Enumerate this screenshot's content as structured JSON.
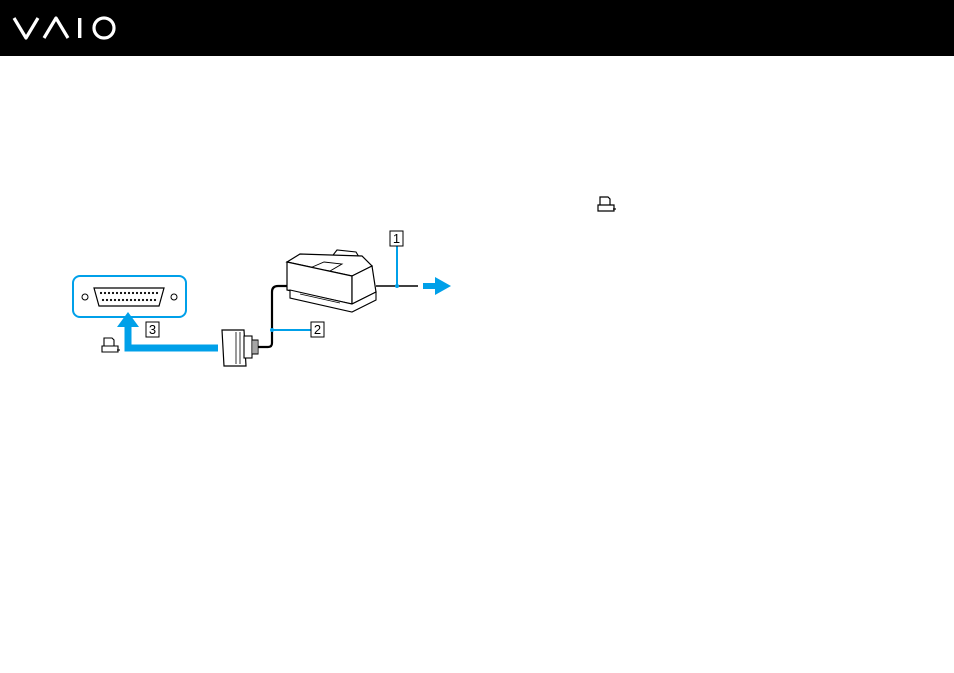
{
  "header": {
    "brand_icon": "vaio-logo"
  },
  "diagram": {
    "callouts": [
      {
        "number": "1"
      },
      {
        "number": "2"
      },
      {
        "number": "3"
      }
    ],
    "icons": [
      "printer-port-icon"
    ]
  },
  "colors": {
    "header_bg": "#000000",
    "accent": "#00a0e9",
    "port_outline": "#00a0e9"
  }
}
